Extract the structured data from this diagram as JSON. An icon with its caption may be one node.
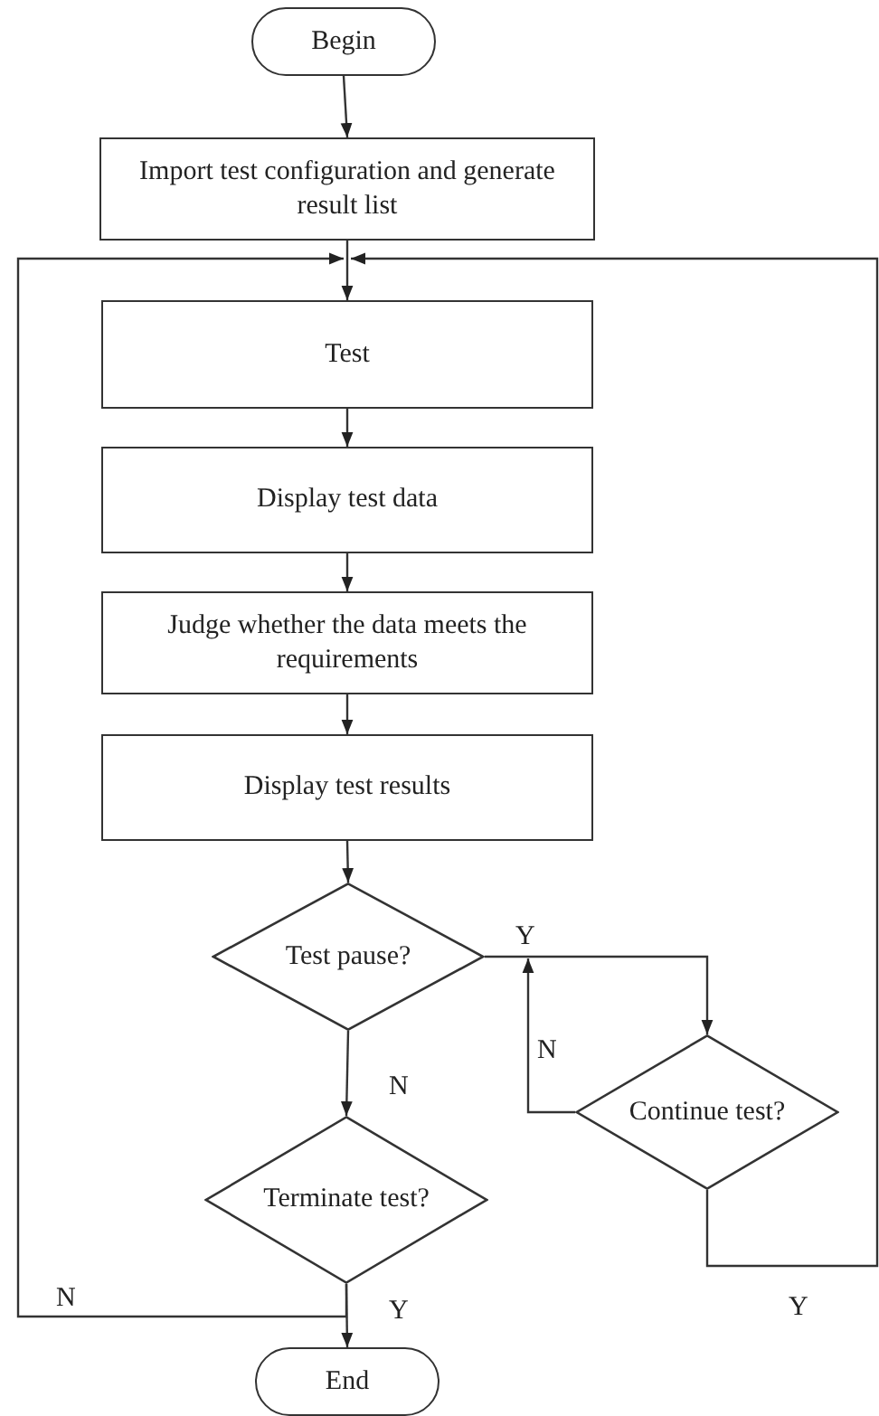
{
  "diagram": {
    "nodes": [
      {
        "text": [
          "Begin"
        ]
      },
      {
        "text": [
          "Import test configuration and generate result list"
        ]
      },
      {
        "text": [
          "Test"
        ]
      },
      {
        "text": [
          "Display test data"
        ]
      },
      {
        "text": [
          "Judge whether the data meets the requirements"
        ]
      },
      {
        "text": [
          "Display test results"
        ]
      },
      {
        "text": [
          "Test pause?"
        ]
      },
      {
        "text": [
          "Continue test?"
        ]
      },
      {
        "text": [
          "Terminate test?"
        ]
      },
      {
        "text": [
          "End"
        ]
      }
    ],
    "edges": [
      {
        "from": 0,
        "to": 1,
        "arrow": "to"
      },
      {
        "from": 1,
        "to": 2,
        "arrow": "to"
      },
      {
        "from": 2,
        "to": 3,
        "arrow": "to"
      },
      {
        "from": 3,
        "to": 4,
        "arrow": "to"
      },
      {
        "from": 4,
        "to": 5,
        "arrow": "to"
      },
      {
        "from": 5,
        "to": 6,
        "arrow": "to"
      },
      {
        "from": 6,
        "to": 7,
        "arrow": "to",
        "label": "Y"
      },
      {
        "from": 7,
        "to": 6,
        "arrow": "to",
        "label": "N"
      },
      {
        "from": 7,
        "to": 2,
        "arrow": "to",
        "label": "Y"
      },
      {
        "from": 6,
        "to": 8,
        "arrow": "to",
        "label": "N"
      },
      {
        "from": 8,
        "to": 2,
        "arrow": "to",
        "label": "N"
      },
      {
        "from": 8,
        "to": 9,
        "arrow": "to",
        "label": "Y"
      }
    ]
  }
}
